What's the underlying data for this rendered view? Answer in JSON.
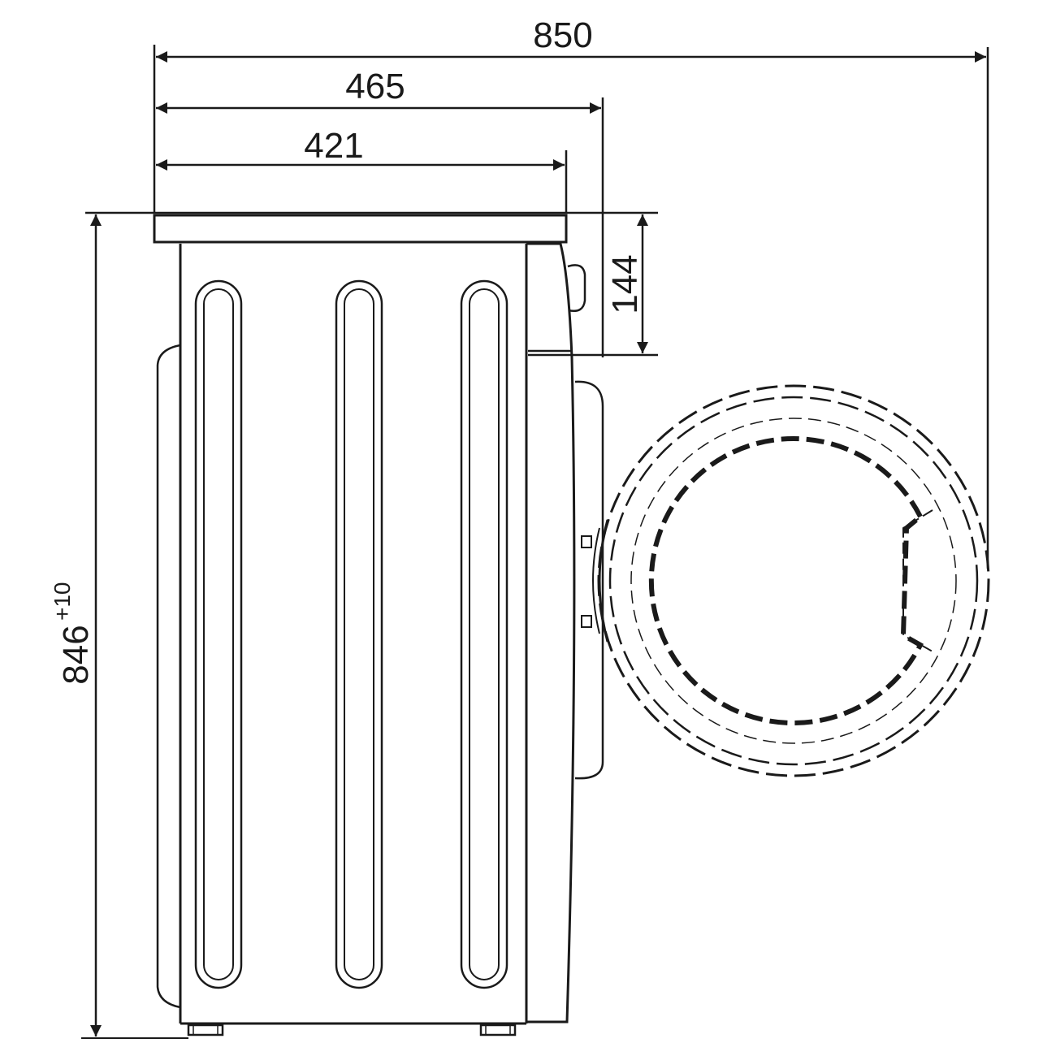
{
  "dimensions": {
    "overall_depth_door_open": "850",
    "depth_with_knob": "465",
    "body_depth": "421",
    "control_panel_height": "144",
    "height": "846",
    "height_tolerance": "+10"
  },
  "colors": {
    "line": "#1a1a1a",
    "background": "#ffffff"
  }
}
